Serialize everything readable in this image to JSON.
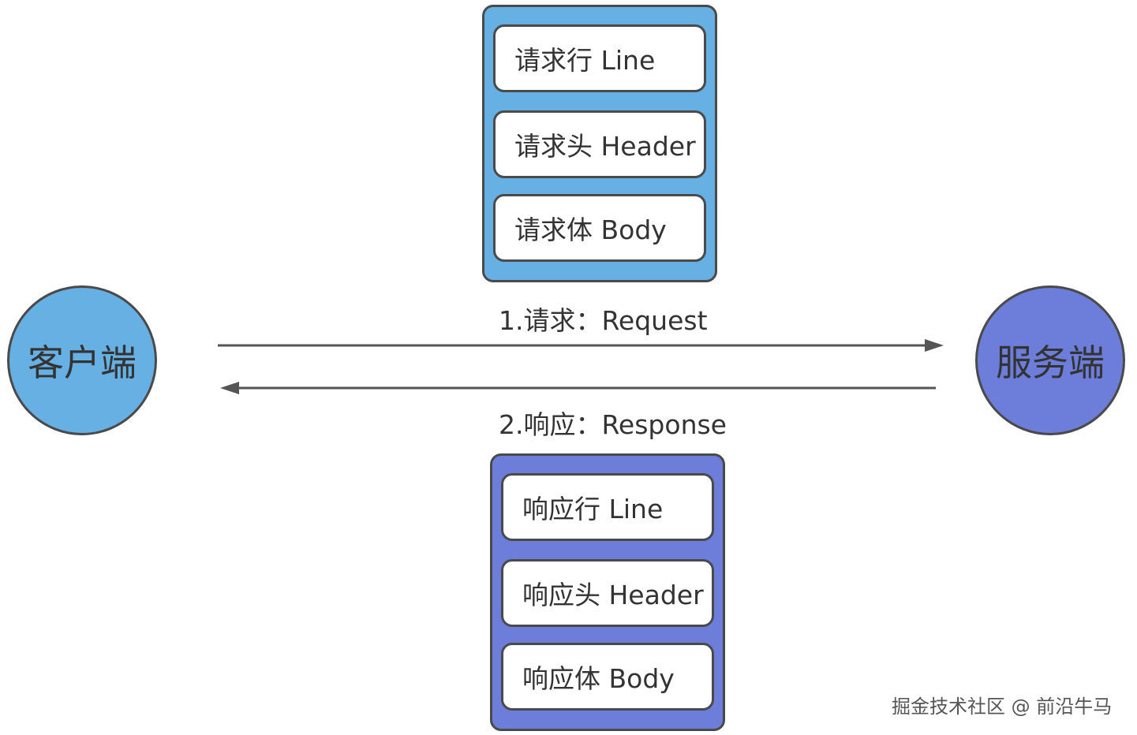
{
  "client": {
    "label": "客户端"
  },
  "server": {
    "label": "服务端"
  },
  "request": {
    "label": "1.请求：Request",
    "items": [
      "请求行 Line",
      "请求头 Header",
      "请求体 Body"
    ]
  },
  "response": {
    "label": "2.响应：Response",
    "items": [
      "响应行 Line",
      "响应头 Header",
      "响应体 Body"
    ]
  },
  "watermark": "掘金技术社区 @ 前沿牛马",
  "colors": {
    "client": "#66b0e3",
    "server": "#6c7ed9",
    "border": "#4a4a4a",
    "arrow": "#555555"
  }
}
